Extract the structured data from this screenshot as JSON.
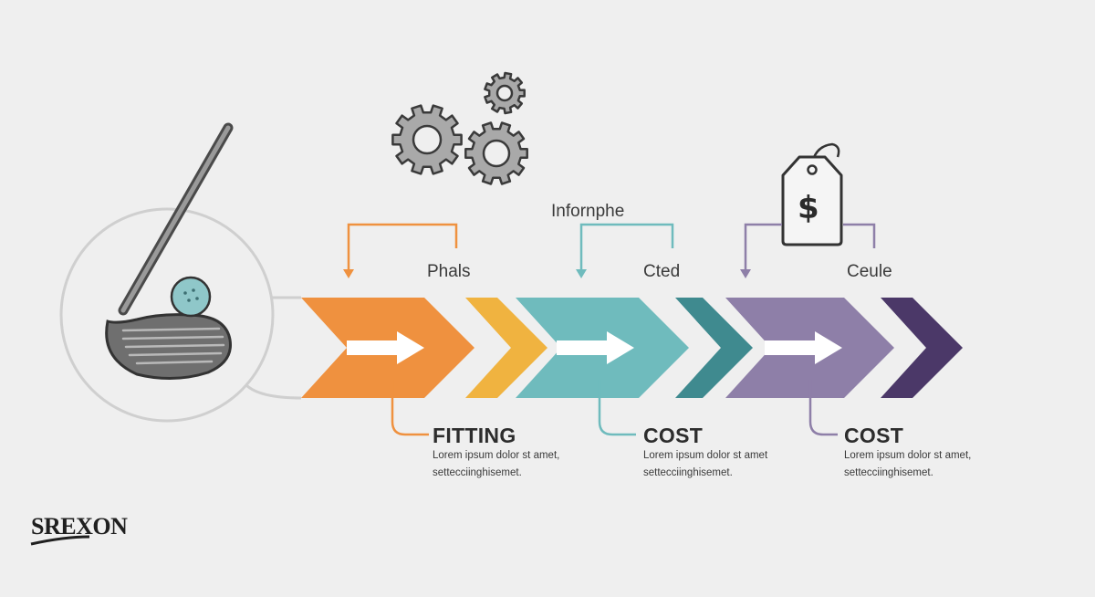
{
  "diagram": {
    "header_label": "Infornphe",
    "stages": [
      {
        "top_label": "Phals",
        "heading": "FITTING",
        "desc_line1": "Lorem ipsum dolor st amet,",
        "desc_line2": "settecciinghisemet.",
        "color": "#ef913f"
      },
      {
        "top_label": "Cted",
        "heading": "COST",
        "desc_line1": "Lorem ipsum dolor st amet",
        "desc_line2": "settecciinghisemet.",
        "color": "#6fbbbd"
      },
      {
        "top_label": "Ceule",
        "heading": "COST",
        "desc_line1": "Lorem ipsum dolor st amet,",
        "desc_line2": "settecciinghisemet.",
        "color": "#8e7fa8"
      }
    ],
    "chevron_colors": [
      "#ef913f",
      "#f0b340",
      "#6fbbbd",
      "#3f8a8f",
      "#8e7fa8",
      "#4b3868"
    ],
    "price_symbol": "$"
  },
  "brand": {
    "name": "SREXON"
  },
  "icons": [
    "golf-club-icon",
    "golf-ball-icon",
    "gear-icon",
    "price-tag-icon",
    "arrow-right-icon"
  ]
}
